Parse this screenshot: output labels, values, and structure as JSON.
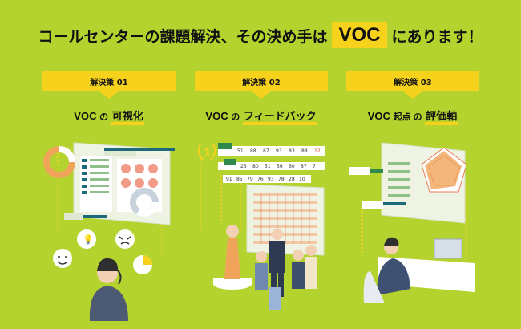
{
  "headline": {
    "before": "コールセンターの課題解決、その決め手は",
    "highlight": "VOC",
    "after": "にあります！"
  },
  "columns": [
    {
      "banner": "解決策 01",
      "prefix": "VOC",
      "particle": "の",
      "emph": "可視化"
    },
    {
      "banner": "解決策 02",
      "prefix": "VOC",
      "particle": "の",
      "emph": "フィードバック"
    },
    {
      "banner": "解決策 03",
      "prefix": "VOC",
      "particle": "起点 の",
      "emph": "評価軸"
    }
  ],
  "ranking_table": {
    "rank_badge": "1",
    "row1": [
      "51",
      "88",
      "87",
      "93",
      "83",
      "88",
      "12"
    ],
    "row2": [
      "23",
      "80",
      "51",
      "56",
      "60",
      "87",
      "7"
    ],
    "row3": [
      "91",
      "85",
      "79",
      "76",
      "93",
      "78",
      "28",
      "10"
    ]
  },
  "colors": {
    "background": "#b5d32e",
    "accent": "#f6d21d",
    "teal": "#1b6b7a",
    "orange": "#f0a45a"
  }
}
